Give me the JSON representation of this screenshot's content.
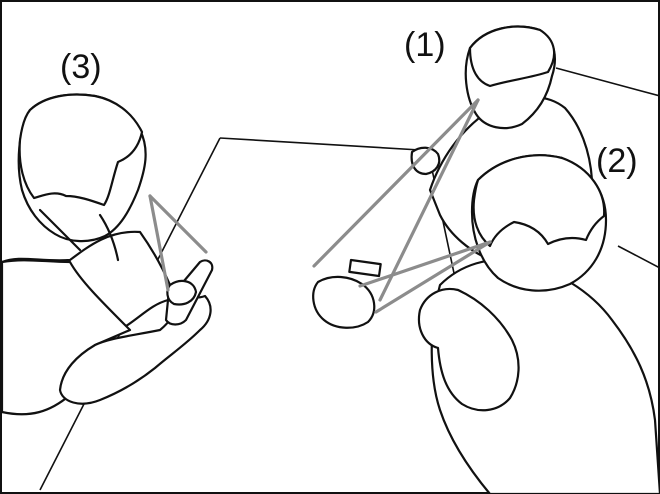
{
  "labels": {
    "person_1": "(1)",
    "person_2": "(2)",
    "person_3": "(3)"
  },
  "colors": {
    "outline": "#111111",
    "gaze_lines": "#8c8c8c",
    "background": "#ffffff"
  }
}
